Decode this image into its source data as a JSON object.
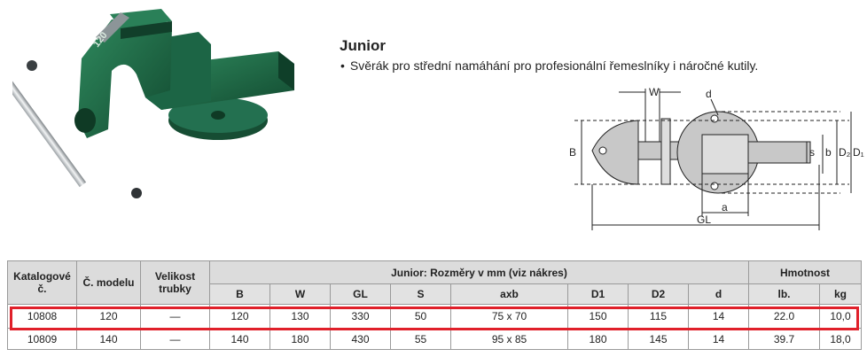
{
  "product": {
    "title": "Junior",
    "bullet": "Svěrák pro střední namáhání pro profesionální řemeslníky i náročné kutily.",
    "engraving": "120"
  },
  "drawing": {
    "labels": {
      "W": "W",
      "d": "d",
      "B": "B",
      "s": "s",
      "b": "b",
      "D2": "D₂",
      "D1": "D₁",
      "a": "a",
      "GL": "GL"
    }
  },
  "table": {
    "group_headers": {
      "catalog": "Katalogové č.",
      "model": "Č. modelu",
      "pipe": "Velikost trubky",
      "dims": "Junior: Rozměry v mm (viz nákres)",
      "weight": "Hmotnost"
    },
    "sub_headers": [
      "B",
      "W",
      "GL",
      "S",
      "axb",
      "D1",
      "D2",
      "d",
      "lb.",
      "kg"
    ],
    "rows": [
      [
        "10808",
        "120",
        "—",
        "120",
        "130",
        "330",
        "50",
        "75 x 70",
        "150",
        "115",
        "14",
        "22.0",
        "10,0"
      ],
      [
        "10809",
        "140",
        "—",
        "140",
        "180",
        "430",
        "55",
        "95 x 85",
        "180",
        "145",
        "14",
        "39.7",
        "18,0"
      ]
    ],
    "highlighted_row": 0,
    "highlight_color": "#e0202a"
  },
  "colors": {
    "vise_green": "#1e6b48",
    "header_gray": "#dcdcdc",
    "drawing_fill": "#c8c8c8"
  }
}
